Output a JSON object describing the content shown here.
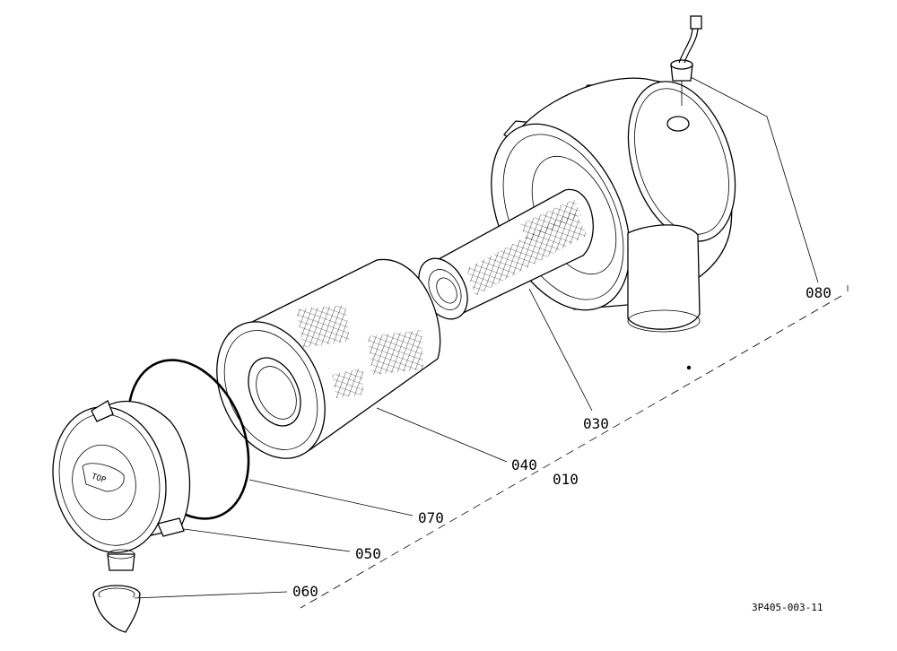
{
  "drawing": {
    "callouts": {
      "p080": "080",
      "p030": "030",
      "p040": "040",
      "p010": "010",
      "p070": "070",
      "p050": "050",
      "p060": "060"
    },
    "cover_marking": "TOP",
    "drawing_number": "3P405-003-11"
  }
}
